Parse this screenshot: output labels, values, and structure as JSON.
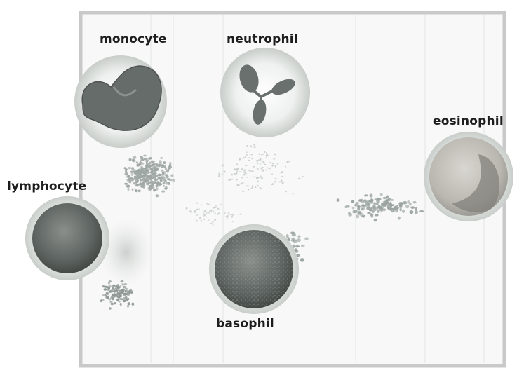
{
  "labels": {
    "monocyte": "monocyte",
    "neutrophil": "neutrophil",
    "eosinophil": "eosinophil",
    "lymphocyte": "lymphocyte",
    "basophil": "basophil"
  },
  "cells": [
    {
      "name": "monocyte",
      "icon": "monocyte-cell-icon"
    },
    {
      "name": "neutrophil",
      "icon": "neutrophil-cell-icon"
    },
    {
      "name": "eosinophil",
      "icon": "eosinophil-cell-icon"
    },
    {
      "name": "lymphocyte",
      "icon": "lymphocyte-cell-icon"
    },
    {
      "name": "basophil",
      "icon": "basophil-cell-icon"
    }
  ],
  "colors": {
    "frame": "#c9c9c9",
    "scatter_dots": "#9aa3a0",
    "nucleus_dark": "#4f5553",
    "cell_halo": "#dfe3e1"
  }
}
